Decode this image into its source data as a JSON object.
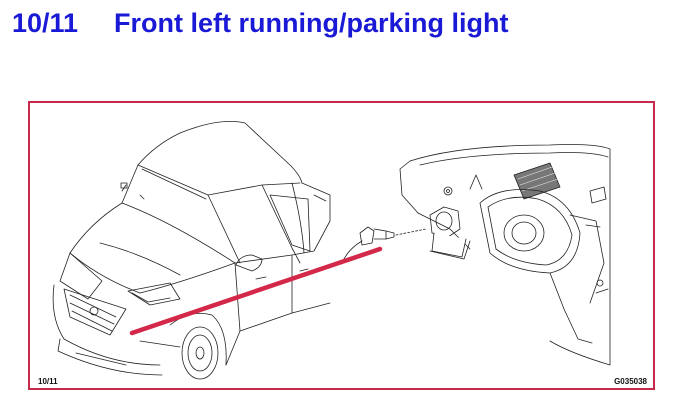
{
  "header": {
    "step": "10/11",
    "title": "Front left running/parking light"
  },
  "figure": {
    "step_label": "10/11",
    "figure_code": "G035038",
    "frame_color": "#c8284a",
    "pointer_color": "#d4284a",
    "title_color": "#1a1ad6"
  }
}
